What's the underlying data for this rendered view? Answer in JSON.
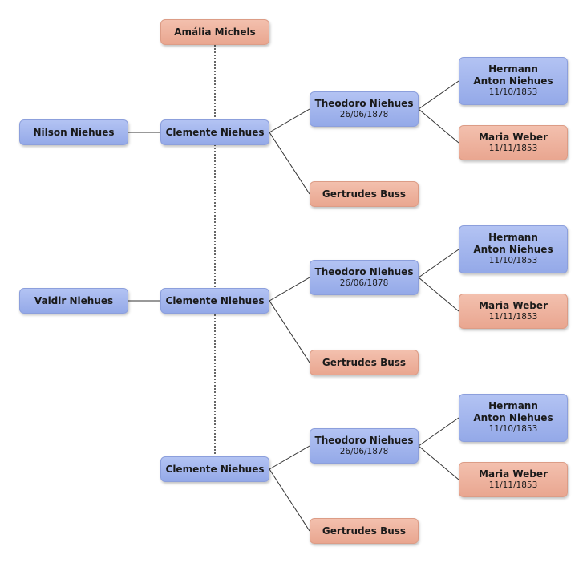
{
  "colors": {
    "male": "#9aaee9",
    "female": "#eeb09b",
    "line": "#333333"
  },
  "root": {
    "name": "Amália Michels"
  },
  "children": [
    {
      "name": "Nilson Niehues"
    },
    {
      "name": "Valdir Niehues"
    }
  ],
  "branches": [
    {
      "clemente": {
        "name": "Clemente Niehues"
      },
      "father": {
        "name": "Theodoro Niehues",
        "date": "26/06/1878"
      },
      "mother": {
        "name": "Gertrudes Buss"
      },
      "grandfather": {
        "name": "Hermann Anton Niehues",
        "date": "11/10/1853"
      },
      "grandmother": {
        "name": "Maria Weber",
        "date": "11/11/1853"
      }
    },
    {
      "clemente": {
        "name": "Clemente Niehues"
      },
      "father": {
        "name": "Theodoro Niehues",
        "date": "26/06/1878"
      },
      "mother": {
        "name": "Gertrudes Buss"
      },
      "grandfather": {
        "name": "Hermann Anton Niehues",
        "date": "11/10/1853"
      },
      "grandmother": {
        "name": "Maria Weber",
        "date": "11/11/1853"
      }
    },
    {
      "clemente": {
        "name": "Clemente Niehues"
      },
      "father": {
        "name": "Theodoro Niehues",
        "date": "26/06/1878"
      },
      "mother": {
        "name": "Gertrudes Buss"
      },
      "grandfather": {
        "name": "Hermann Anton Niehues",
        "date": "11/10/1853"
      },
      "grandmother": {
        "name": "Maria Weber",
        "date": "11/11/1853"
      }
    }
  ]
}
